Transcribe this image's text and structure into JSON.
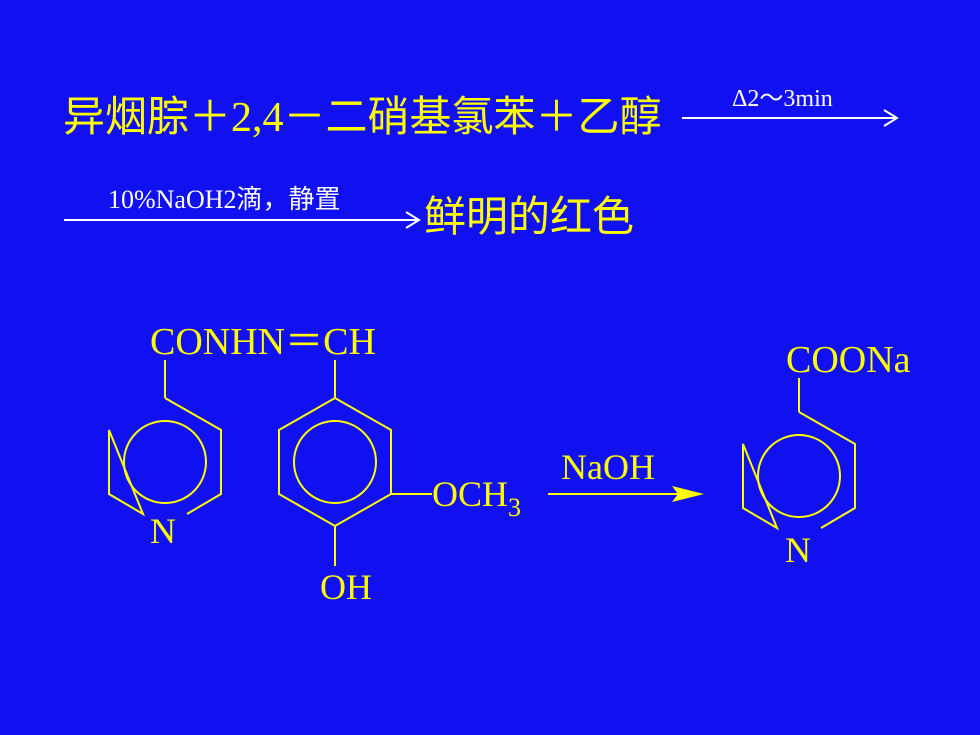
{
  "colors": {
    "background": "#1010f0",
    "text_main": "#ffff00",
    "text_condition": "#ffffff"
  },
  "reaction1": {
    "reagents": "异烟腙＋2,4－二硝基氯苯＋乙醇",
    "cond1": "Δ2～3min",
    "cond2": "10%NaOH2滴，静置",
    "result": "鲜明的红色"
  },
  "reaction2": {
    "reactant_sub1": "CONHN＝CH",
    "n1": "N",
    "och3": "OCH",
    "och3_sub": "3",
    "oh": "OH",
    "reagent": "NaOH",
    "product_sub": "COONa",
    "n2": "N"
  }
}
